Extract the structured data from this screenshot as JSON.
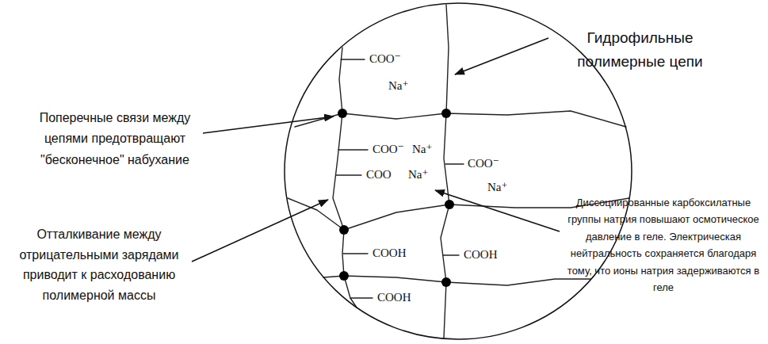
{
  "diagram": {
    "nodes": [
      {
        "text": [
          "COO⁻",
          "Na⁺",
          "COO⁻",
          "Na⁺",
          "COO⁻",
          "COO",
          "Na⁺",
          "Na⁺",
          "COOH",
          "COOH",
          "COOH"
        ]
      }
    ],
    "labels": [
      "Гидрофильные полимерные цепи",
      "Поперечные связи между цепями предотвращают \"бесконечное\" набухание",
      "Отталкивание между отрицательными зарядами приводит к расходованию полимерной массы",
      "Диссоциированные карбоксилатные группы натрия повышают осмотическое давление в геле. Электрическая нейтральность сохраняется благодаря тому, что ионы натрия задерживаются в геле"
    ]
  }
}
